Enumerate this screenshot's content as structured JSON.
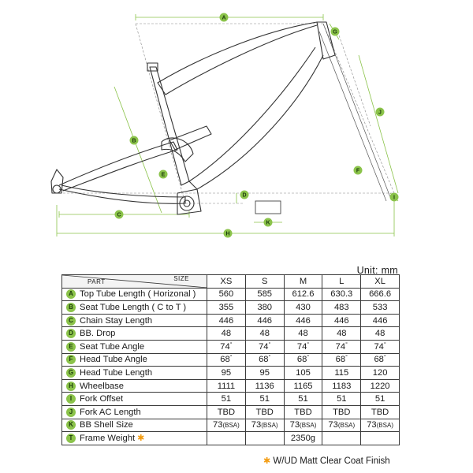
{
  "diagram": {
    "dimension_labels": [
      "A",
      "B",
      "C",
      "D",
      "E",
      "F",
      "G",
      "H",
      "I",
      "J",
      "K"
    ]
  },
  "unit_label": "Unit: mm",
  "table": {
    "header_part": "PART",
    "header_size": "SIZE",
    "sizes": [
      "XS",
      "S",
      "M",
      "L",
      "XL"
    ],
    "rows": [
      {
        "key": "A",
        "label": "Top Tube Length ( Horizonal )",
        "values": [
          "560",
          "585",
          "612.6",
          "630.3",
          "666.6"
        ]
      },
      {
        "key": "B",
        "label": "Seat Tube Length ( C to T )",
        "values": [
          "355",
          "380",
          "430",
          "483",
          "533"
        ]
      },
      {
        "key": "C",
        "label": "Chain Stay Length",
        "values": [
          "446",
          "446",
          "446",
          "446",
          "446"
        ]
      },
      {
        "key": "D",
        "label": "BB. Drop",
        "values": [
          "48",
          "48",
          "48",
          "48",
          "48"
        ]
      },
      {
        "key": "E",
        "label": "Seat Tube Angle",
        "values": [
          "74",
          "74",
          "74",
          "74",
          "74"
        ],
        "degree": true
      },
      {
        "key": "F",
        "label": "Head Tube Angle",
        "values": [
          "68",
          "68",
          "68",
          "68",
          "68"
        ],
        "degree": true
      },
      {
        "key": "G",
        "label": "Head Tube Length",
        "values": [
          "95",
          "95",
          "105",
          "115",
          "120"
        ]
      },
      {
        "key": "H",
        "label": "Wheelbase",
        "values": [
          "1111",
          "1136",
          "1165",
          "1183",
          "1220"
        ]
      },
      {
        "key": "I",
        "label": "Fork Offset",
        "values": [
          "51",
          "51",
          "51",
          "51",
          "51"
        ]
      },
      {
        "key": "J",
        "label": "Fork AC Length",
        "values": [
          "TBD",
          "TBD",
          "TBD",
          "TBD",
          "TBD"
        ]
      },
      {
        "key": "K",
        "label": "BB Shell Size",
        "values": [
          "73",
          "73",
          "73",
          "73",
          "73"
        ],
        "suffix": "(BSA)"
      }
    ],
    "weight_row": {
      "key": "T",
      "label": "Frame Weight",
      "value": "2350g",
      "value_column": 2
    }
  },
  "footnote": "W/UD Matt Clear Coat Finish",
  "colors": {
    "accent": "#8bc34a",
    "star": "#f39c12"
  }
}
